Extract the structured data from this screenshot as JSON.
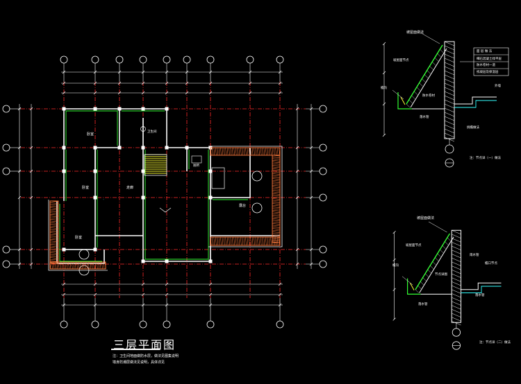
{
  "drawing": {
    "background": "#000000",
    "title": "三层平面图",
    "note_line1": "注：卫生间地面做防水层，做法见图集说明",
    "note_line2": "墙身防潮层做法见说明，具体详见"
  },
  "rooms": {
    "bedroom_a": "卧室",
    "bedroom_b": "卧室",
    "bedroom_c": "卧室",
    "bath": "卫生间",
    "corridor": "走廊",
    "toilet": "厕所",
    "terrace": "露台"
  },
  "detail_top": {
    "callout_main": "坡屋面做法",
    "callout_slope": "坡屋面节点",
    "callout_gutter": "檐沟",
    "callout_drain": "落水管",
    "callout_insul": "防水卷材",
    "layer1": "面  层  做  法",
    "layer2": "细石混凝土找平层",
    "layer3": "防水卷材一道",
    "layer4": "找坡层及保温层",
    "callout_wall": "外墙",
    "callout_edge": "挑檐做法",
    "caption": "注：节点详（一）做法"
  },
  "detail_bottom": {
    "callout_main": "坡屋面做法",
    "callout_slope": "坡屋面节点",
    "callout_gutter": "檐沟",
    "callout_drain": "落水管",
    "callout_rain": "雨水管",
    "callout_detail": "节点详图",
    "callout_end": "檐口节点",
    "caption": "注：节点详（二）做法"
  }
}
